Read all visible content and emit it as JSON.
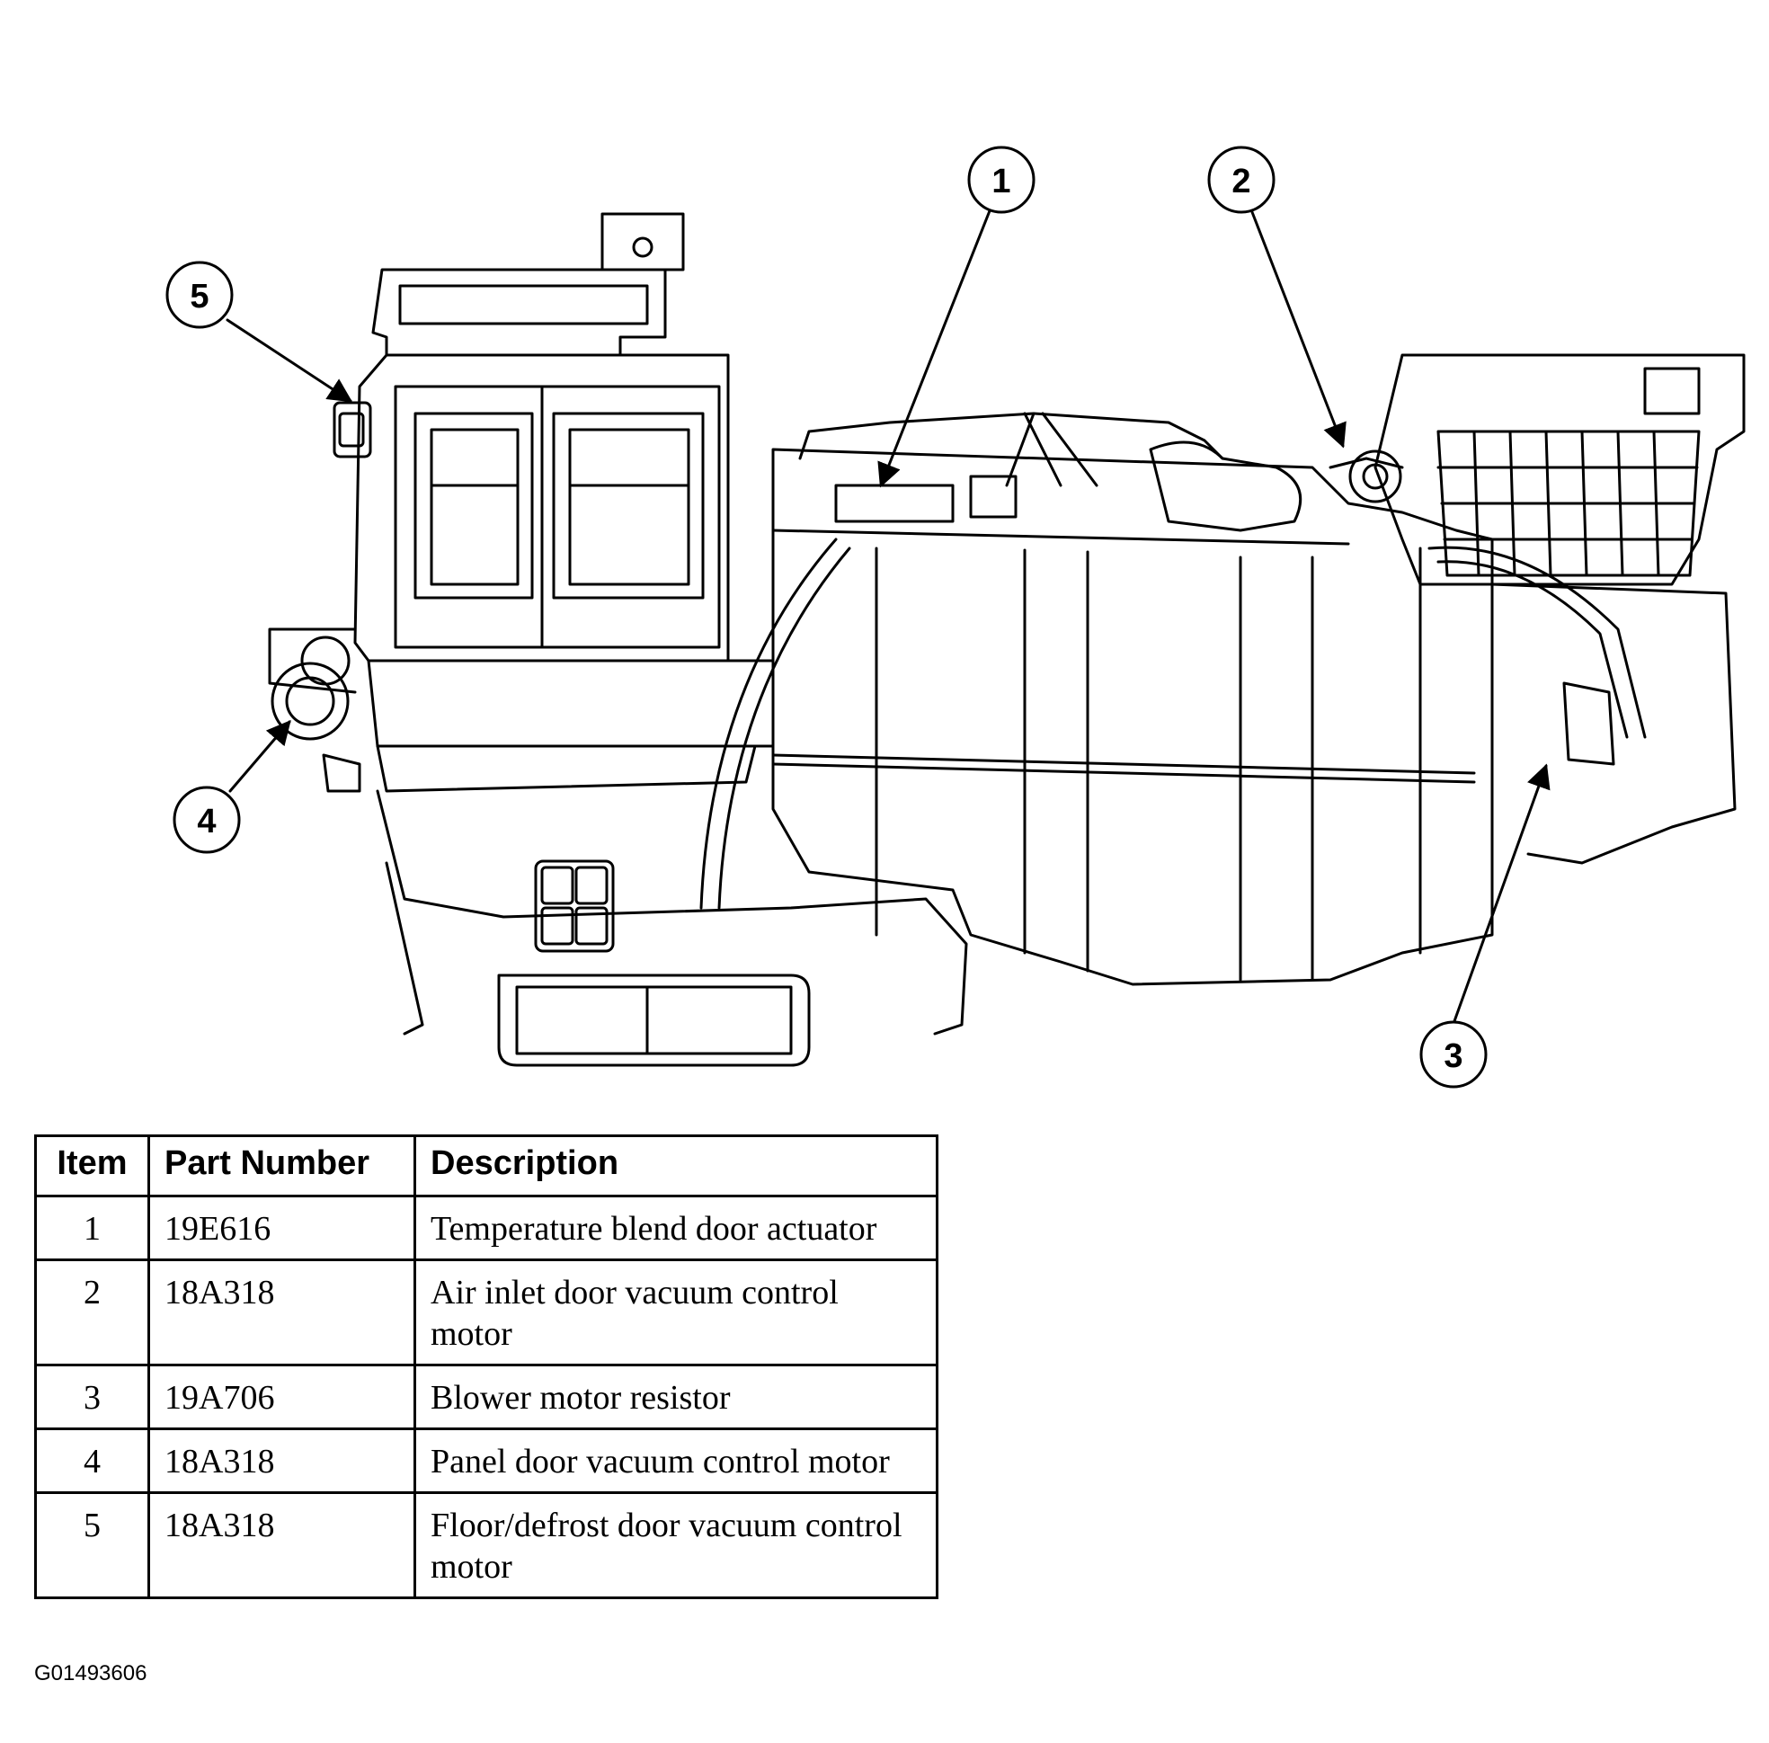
{
  "callouts": [
    "1",
    "2",
    "3",
    "4",
    "5"
  ],
  "table": {
    "headers": [
      "Item",
      "Part Number",
      "Description"
    ],
    "rows": [
      {
        "item": "1",
        "part": "19E616",
        "desc": "Temperature blend door actuator"
      },
      {
        "item": "2",
        "part": "18A318",
        "desc": "Air inlet door vacuum control motor"
      },
      {
        "item": "3",
        "part": "19A706",
        "desc": "Blower motor resistor"
      },
      {
        "item": "4",
        "part": "18A318",
        "desc": "Panel door vacuum control motor"
      },
      {
        "item": "5",
        "part": "18A318",
        "desc": "Floor/defrost door vacuum control motor"
      }
    ]
  },
  "figure_id": "G01493606"
}
